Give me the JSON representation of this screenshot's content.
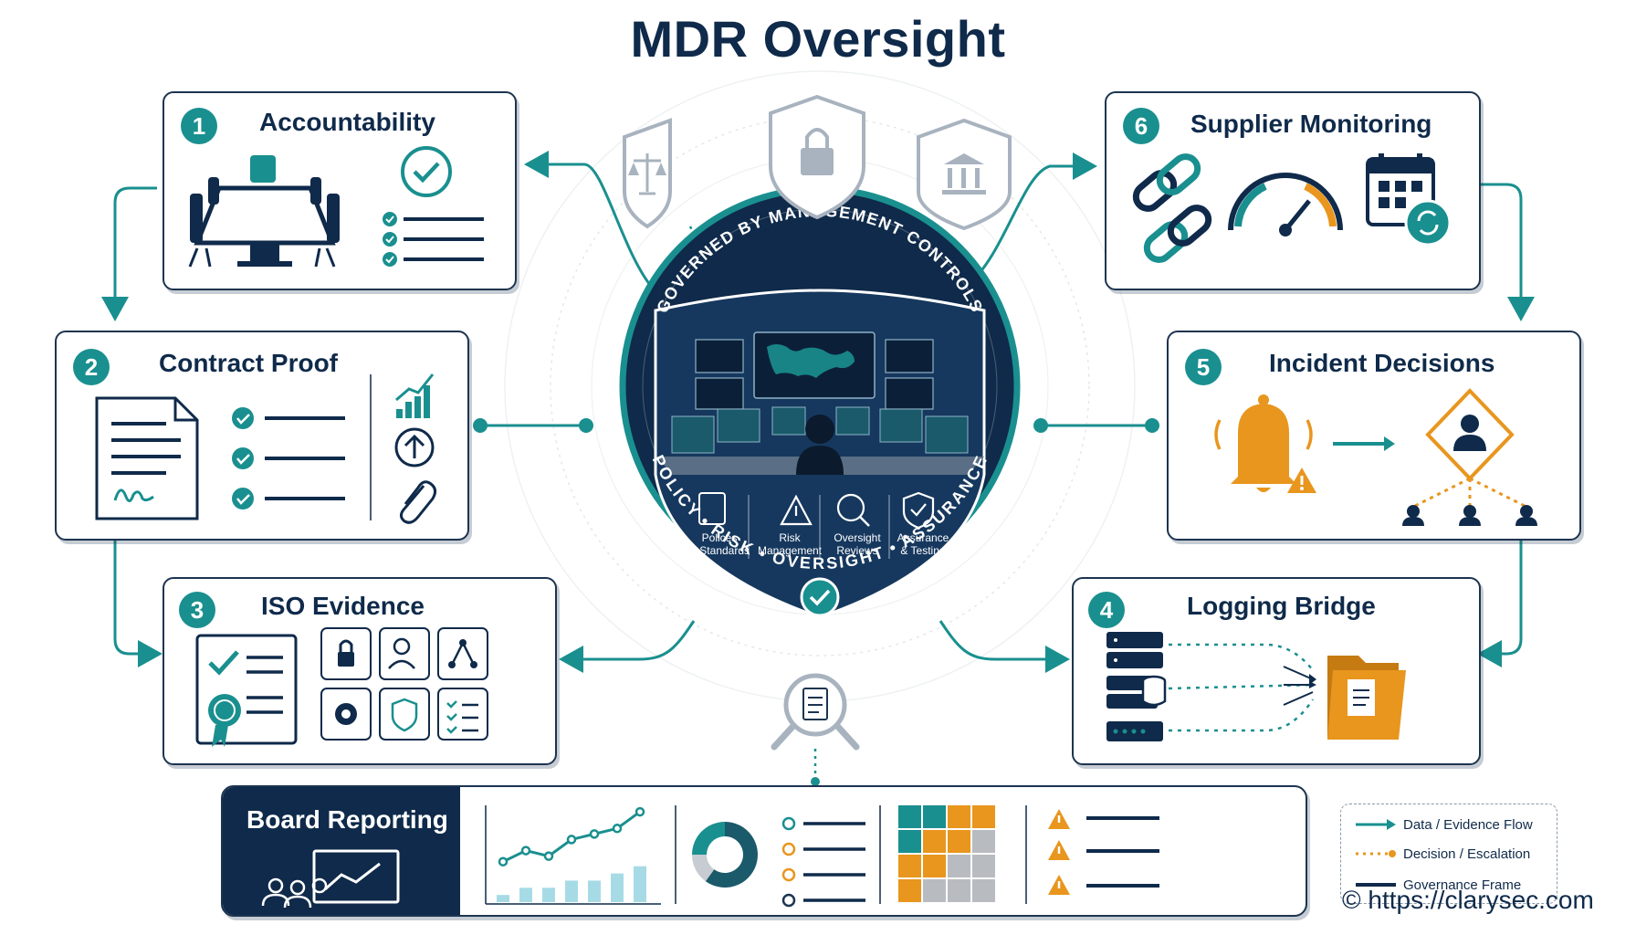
{
  "title": "MDR Oversight",
  "hub": {
    "top_ring_text": "GOVERNED BY MANAGEMENT CONTROLS",
    "bottom_ring_text": "POLICY • RISK • OVERSIGHT • ASSURANCE",
    "pillars": [
      {
        "label_line1": "Polices",
        "label_line2": "& Standards",
        "icon": "clipboard-checklist-icon"
      },
      {
        "label_line1": "Risk",
        "label_line2": "Management",
        "icon": "warning-triangle-icon"
      },
      {
        "label_line1": "Oversight",
        "label_line2": "Reviews",
        "icon": "magnifier-people-icon"
      },
      {
        "label_line1": "Assurance",
        "label_line2": "& Testing",
        "icon": "shield-check-icon"
      }
    ]
  },
  "cards": [
    {
      "number": "1",
      "title": "Accountability",
      "icons": [
        "boardroom-table-icon",
        "check-circle-icon",
        "checklist-icon"
      ]
    },
    {
      "number": "2",
      "title": "Contract Proof",
      "icons": [
        "signed-document-icon",
        "checklist-icon",
        "growth-chart-icon",
        "upload-circle-icon",
        "paperclip-icon"
      ]
    },
    {
      "number": "3",
      "title": "ISO Evidence",
      "icons": [
        "certificate-icon",
        "lock-icon",
        "user-badge-icon",
        "network-icon",
        "gear-icon",
        "shield-icon",
        "checklist-icon"
      ]
    },
    {
      "number": "4",
      "title": "Logging Bridge",
      "icons": [
        "server-icon",
        "database-icon",
        "folder-document-icon"
      ]
    },
    {
      "number": "5",
      "title": "Incident Decisions",
      "icons": [
        "alarm-bell-icon",
        "warning-icon",
        "decision-diamond-icon",
        "team-icon"
      ]
    },
    {
      "number": "6",
      "title": "Supplier Monitoring",
      "icons": [
        "chain-link-icon",
        "gauge-icon",
        "calendar-sync-icon"
      ]
    }
  ],
  "top_shields": [
    "scales-shield-icon",
    "lock-shield-icon",
    "bank-shield-icon"
  ],
  "board": {
    "title": "Board Reporting",
    "chart_data": {
      "type": "bar",
      "values": [
        1,
        2,
        2,
        3,
        3,
        4,
        5
      ],
      "line": [
        2,
        3,
        2.5,
        4,
        4.5,
        5,
        6.5
      ]
    },
    "donut_segments": [
      60,
      15,
      25
    ],
    "heatmap_colors": [
      [
        "#1a8f8f",
        "#1a8f8f",
        "#e8961e",
        "#e8961e"
      ],
      [
        "#1a8f8f",
        "#e8961e",
        "#e8961e",
        "#b8bcc0"
      ],
      [
        "#e8961e",
        "#e8961e",
        "#b8bcc0",
        "#b8bcc0"
      ],
      [
        "#e8961e",
        "#b8bcc0",
        "#b8bcc0",
        "#b8bcc0"
      ]
    ]
  },
  "legend": {
    "items": [
      {
        "label": "Data / Evidence Flow"
      },
      {
        "label": "Decision / Escalation"
      },
      {
        "label": "Governance Frame"
      }
    ]
  },
  "copyright": "© https://clarysec.com",
  "colors": {
    "navy": "#0f2a4a",
    "teal": "#1a8f8f",
    "orange": "#e8961e",
    "grey": "#a8b3bf"
  }
}
